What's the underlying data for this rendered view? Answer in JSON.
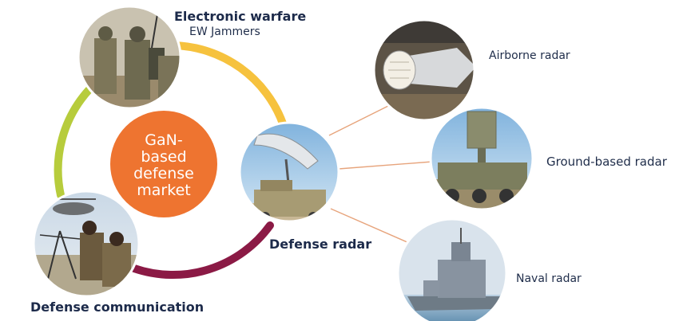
{
  "center": {
    "lines": [
      "GaN-",
      "based",
      "defense",
      "market"
    ],
    "color": "#ee7430"
  },
  "segments": {
    "electronic_warfare": {
      "title": "Electronic warfare",
      "subtitle": "EW Jammers",
      "color": "#f6c23e"
    },
    "defense_radar": {
      "title": "Defense radar",
      "color": "#8b1a45"
    },
    "defense_communication": {
      "title": "Defense communication",
      "color": "#b7cc3c"
    }
  },
  "radar_types": [
    {
      "label": "Airborne radar",
      "icon": "aircraft-nose-radar-photo"
    },
    {
      "label": "Ground-based radar",
      "icon": "armored-vehicle-radar-photo"
    },
    {
      "label": "Naval radar",
      "icon": "warship-photo"
    }
  ],
  "photos": {
    "electronic_warfare": "soldiers-with-jammer-photo",
    "defense_communication": "soldiers-with-antenna-photo",
    "defense_radar": "radar-dish-photo"
  },
  "connector_color": "#e7a47c"
}
